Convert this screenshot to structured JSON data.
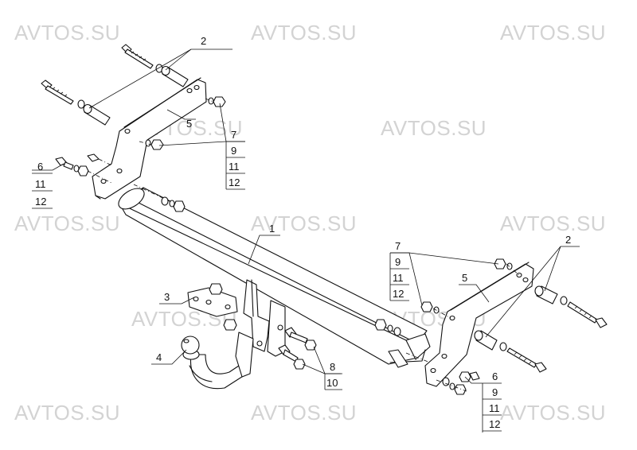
{
  "watermark": "AVTOS.SU",
  "callouts": {
    "tube": "1",
    "spacer_top": "2",
    "spacer_right": "2",
    "socket_plate": "3",
    "tow_ball": "4",
    "bracket_left": "5",
    "bracket_right": "5",
    "bolt_set_left": [
      "6",
      "11",
      "12"
    ],
    "nut_set_top": [
      "7",
      "9",
      "11",
      "12"
    ],
    "nut_set_right": [
      "7",
      "9",
      "11",
      "12"
    ],
    "bolt_set_right": [
      "6",
      "9",
      "11",
      "12"
    ],
    "bolt_set_center": [
      "8",
      "10"
    ]
  }
}
